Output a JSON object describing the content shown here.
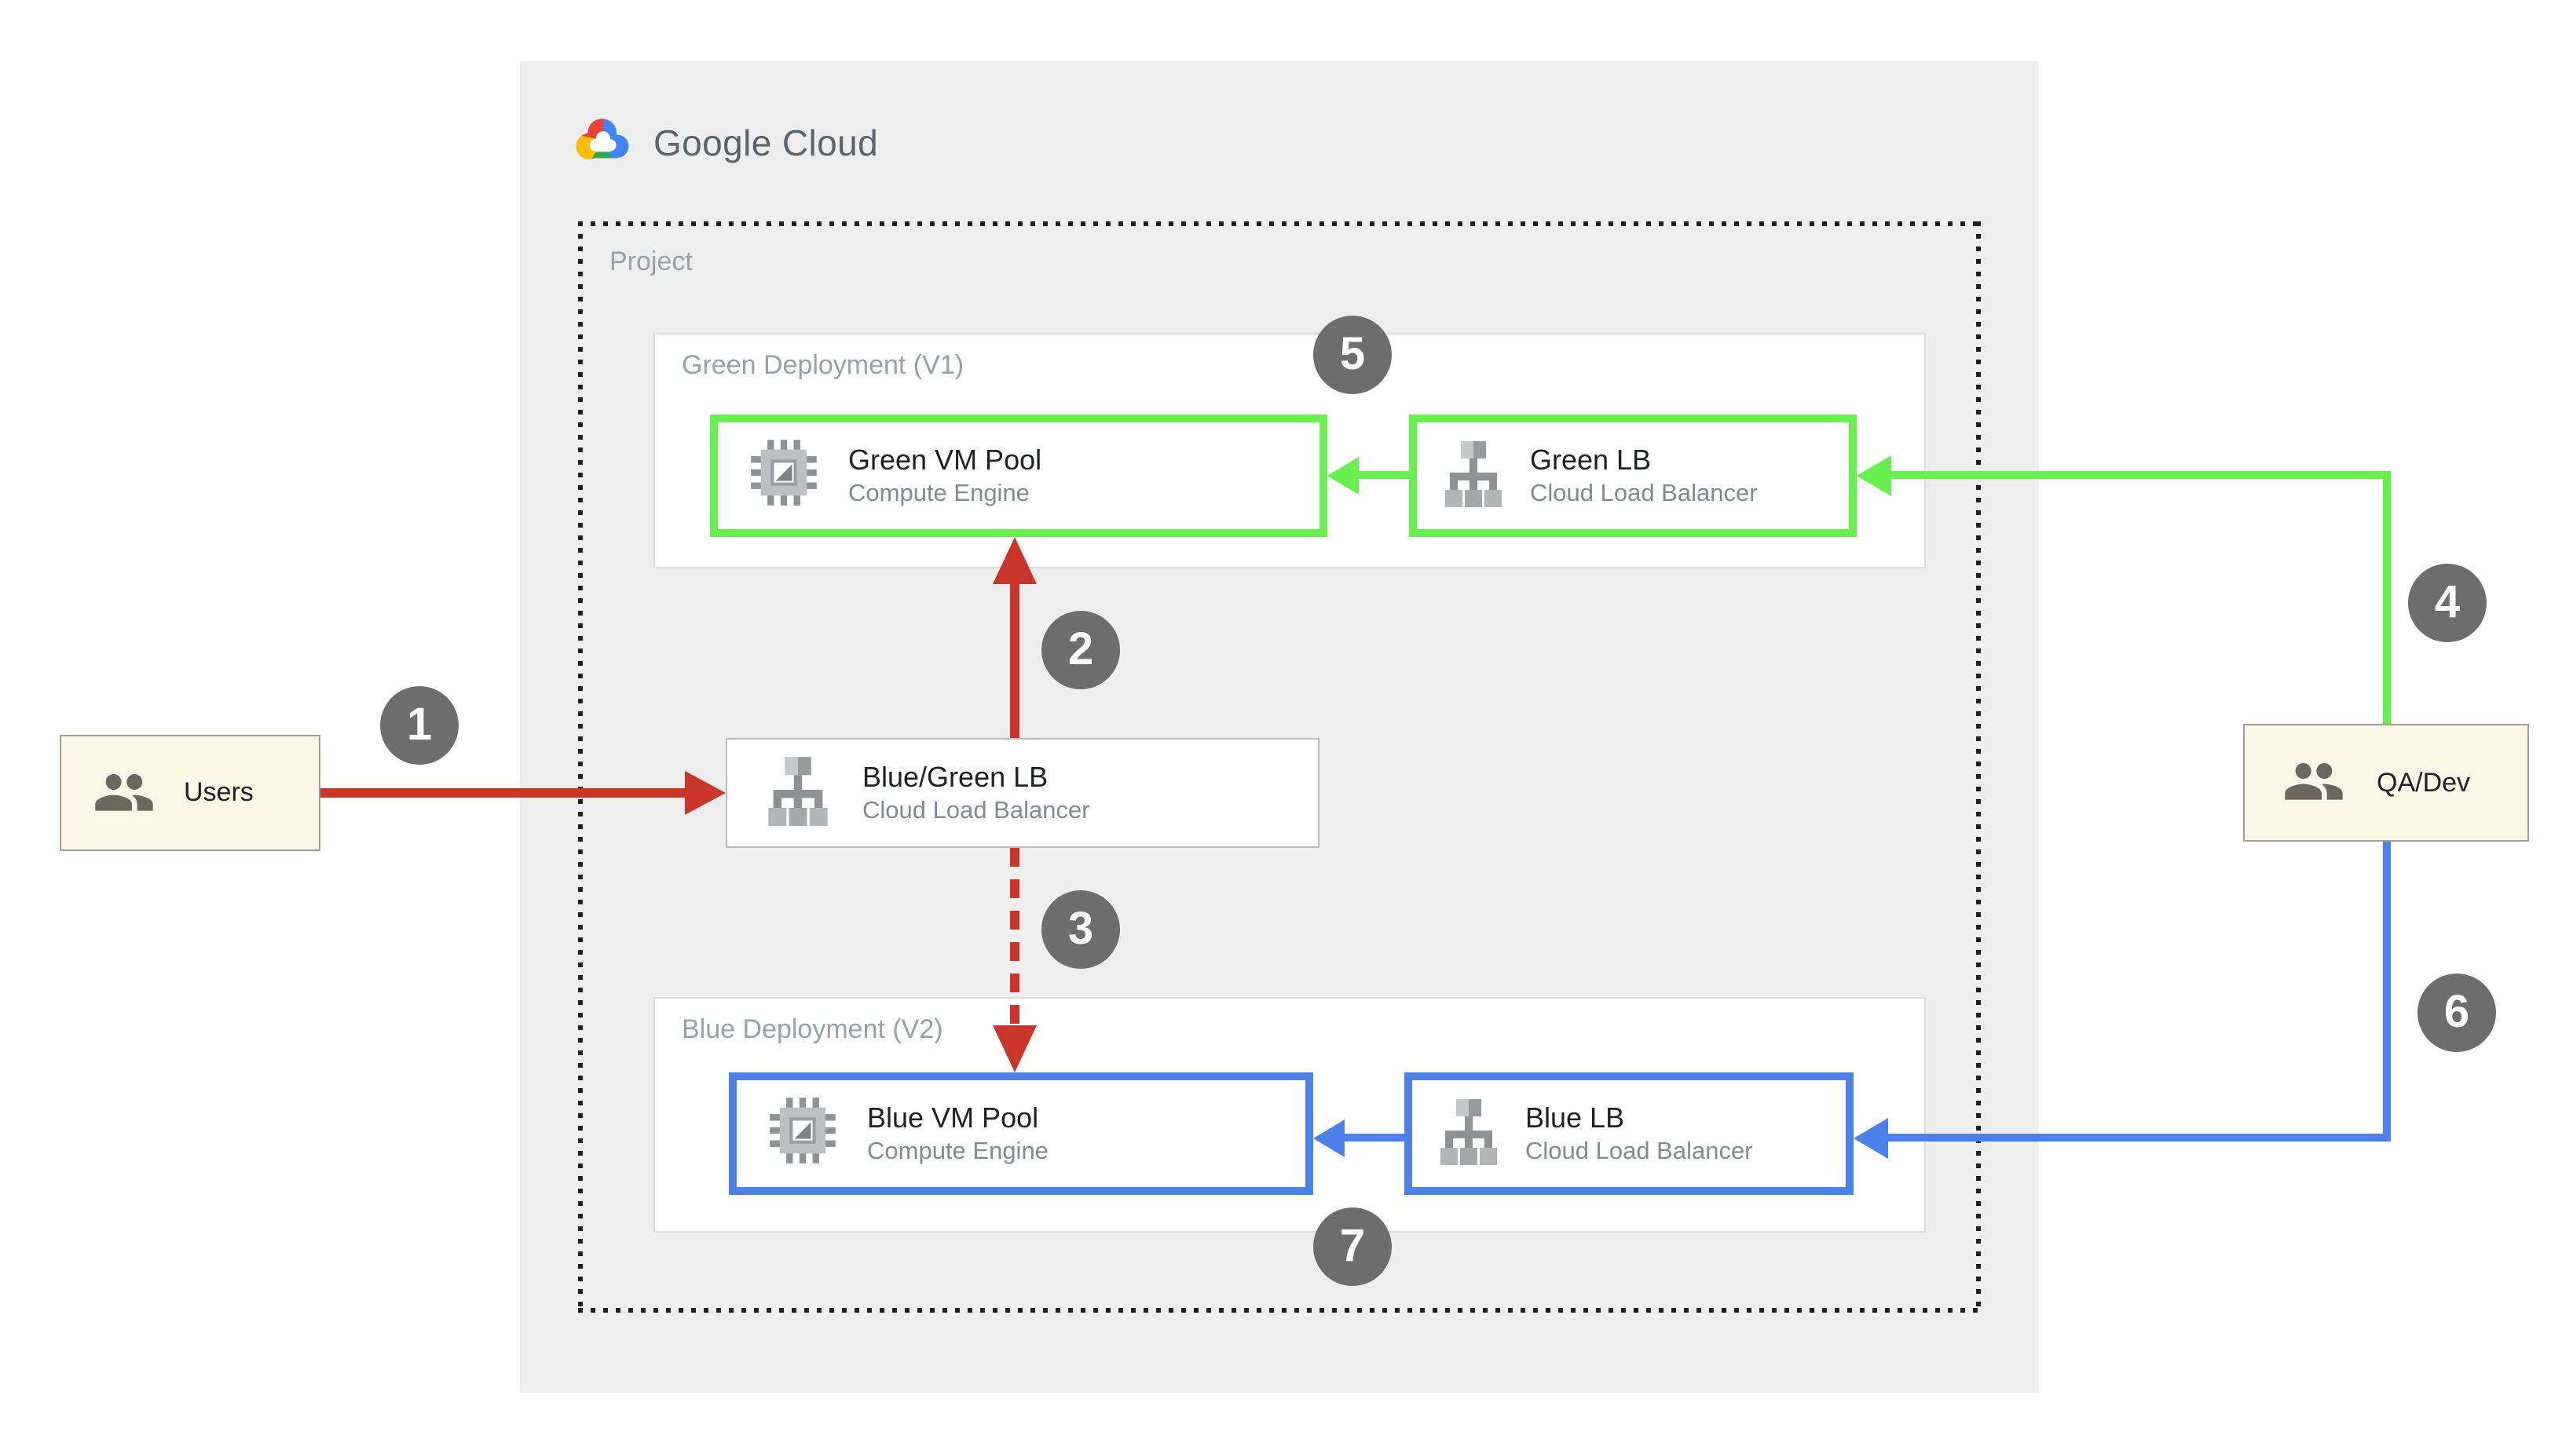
{
  "brand": {
    "name": "Google Cloud",
    "logo_icon": "google-cloud-logo"
  },
  "project": {
    "label": "Project"
  },
  "groups": {
    "green": {
      "label": "Green Deployment (V1)"
    },
    "blue": {
      "label": "Blue Deployment (V2)"
    }
  },
  "nodes": {
    "green_vm": {
      "title": "Green VM Pool",
      "subtitle": "Compute Engine",
      "icon": "compute-engine-icon",
      "border_color": "#67EF4D"
    },
    "green_lb": {
      "title": "Green LB",
      "subtitle": "Cloud Load Balancer",
      "icon": "load-balancer-icon",
      "border_color": "#67EF4D"
    },
    "bluegreen_lb": {
      "title": "Blue/Green LB",
      "subtitle": "Cloud Load Balancer",
      "icon": "load-balancer-icon",
      "border_color": "#BDBDBD"
    },
    "blue_vm": {
      "title": "Blue VM Pool",
      "subtitle": "Compute Engine",
      "icon": "compute-engine-icon",
      "border_color": "#4B81E8"
    },
    "blue_lb": {
      "title": "Blue LB",
      "subtitle": "Cloud Load Balancer",
      "icon": "load-balancer-icon",
      "border_color": "#4B81E8"
    }
  },
  "actors": {
    "users": {
      "label": "Users",
      "icon": "people-icon"
    },
    "qa_dev": {
      "label": "QA/Dev",
      "icon": "people-icon"
    }
  },
  "steps": [
    "1",
    "2",
    "3",
    "4",
    "5",
    "6",
    "7"
  ],
  "colors": {
    "panel_background": "#EEEEEE",
    "red_flow": "#C93528",
    "green_flow": "#67EF4D",
    "blue_flow": "#4B81E8",
    "badge_gray": "#6D6D6D",
    "actor_background": "#FBF7E6",
    "label_gray": "#9AA0A6"
  }
}
